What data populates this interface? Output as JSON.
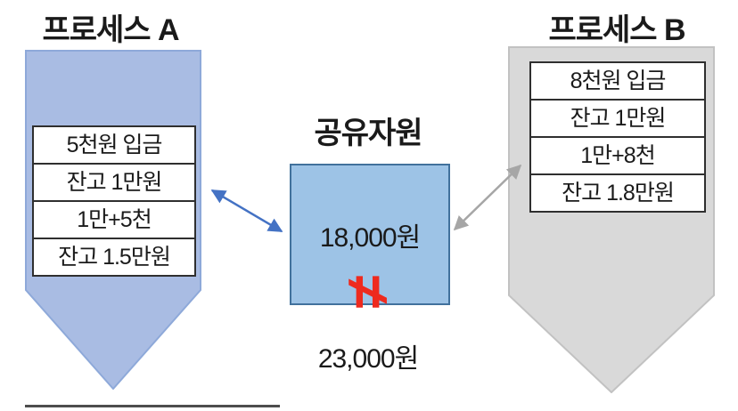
{
  "diagram": {
    "process_a": {
      "title": "프로세스 A",
      "steps": [
        "5천원 입금",
        "잔고 1만원",
        "1만+5천",
        "잔고 1.5만원"
      ]
    },
    "shared_resource": {
      "title": "공유자원",
      "current_value": "18,000원",
      "mismatch_symbol": "≠",
      "expected_value": "23,000원"
    },
    "process_b": {
      "title": "프로세스 B",
      "steps": [
        "8천원 입금",
        "잔고 1만원",
        "1만+8천",
        "잔고 1.8만원"
      ]
    }
  },
  "colors": {
    "process_a_fill": "#a9bce3",
    "process_a_stroke": "#8ea9d9",
    "shared_fill": "#9dc3e6",
    "shared_stroke": "#41719c",
    "process_b_fill": "#d9d9d9",
    "process_b_stroke": "#c2c2c2",
    "arrow_blue": "#4472c4",
    "arrow_gray": "#a6a6a6",
    "mismatch_red": "#ee2a1e"
  }
}
